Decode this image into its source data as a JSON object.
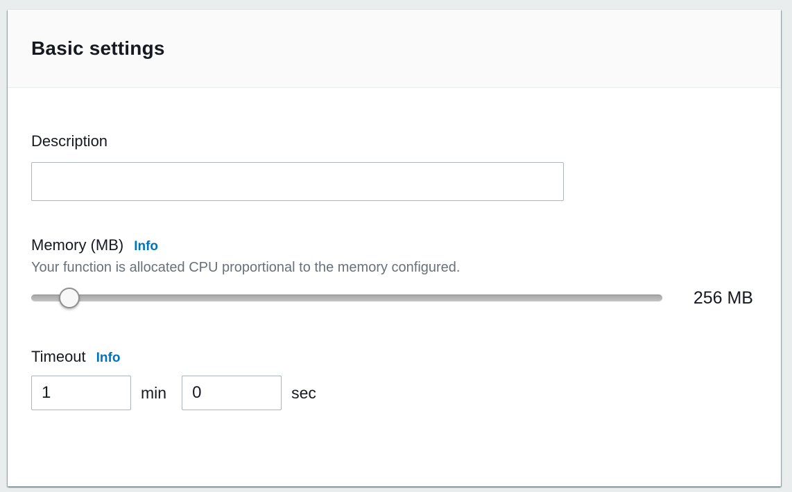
{
  "panel": {
    "title": "Basic settings",
    "description": {
      "label": "Description",
      "value": "",
      "placeholder": ""
    },
    "memory": {
      "label": "Memory (MB)",
      "info_label": "Info",
      "helper": "Your function is allocated CPU proportional to the memory configured.",
      "value_display": "256 MB",
      "slider_percent": 6
    },
    "timeout": {
      "label": "Timeout",
      "info_label": "Info",
      "minutes": {
        "value": "1",
        "unit": "min"
      },
      "seconds": {
        "value": "0",
        "unit": "sec"
      }
    }
  },
  "colors": {
    "page_background": "#eaeded",
    "panel_background": "#ffffff",
    "header_background": "#fafafa",
    "heading_text": "#16191f",
    "helper_text": "#687078",
    "info_link": "#0073bb",
    "input_border": "#aab7b8",
    "slider_track": "#b5b5b5"
  }
}
